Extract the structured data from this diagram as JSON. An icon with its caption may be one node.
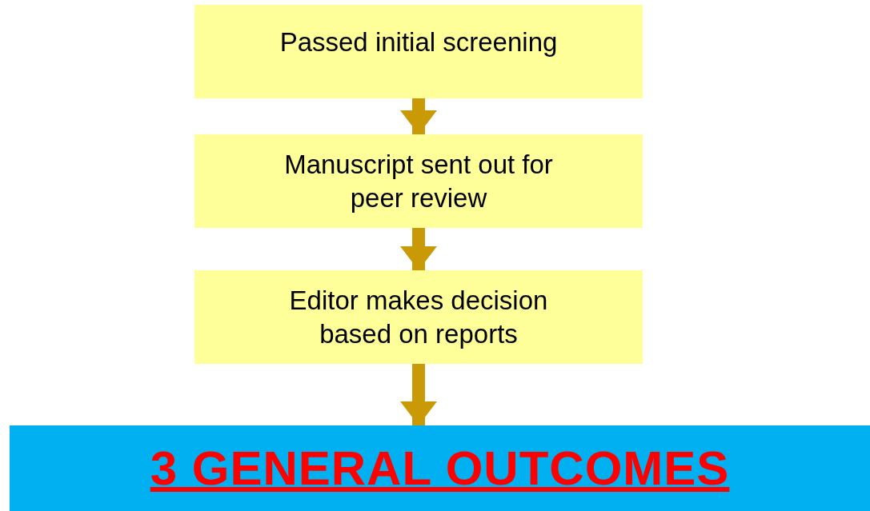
{
  "diagram": {
    "nodes": [
      {
        "text": [
          "Passed initial screening"
        ]
      },
      {
        "text": [
          "Manuscript sent out for peer review"
        ]
      },
      {
        "text": [
          "Editor makes decision based on reports"
        ]
      },
      {
        "text": [
          "3 GENERAL OUTCOMES"
        ]
      }
    ],
    "edges": [
      {
        "from": 0,
        "to": 1,
        "arrow": "to"
      },
      {
        "from": 1,
        "to": 2,
        "arrow": "to"
      },
      {
        "from": 2,
        "to": 3,
        "arrow": "to"
      }
    ]
  }
}
